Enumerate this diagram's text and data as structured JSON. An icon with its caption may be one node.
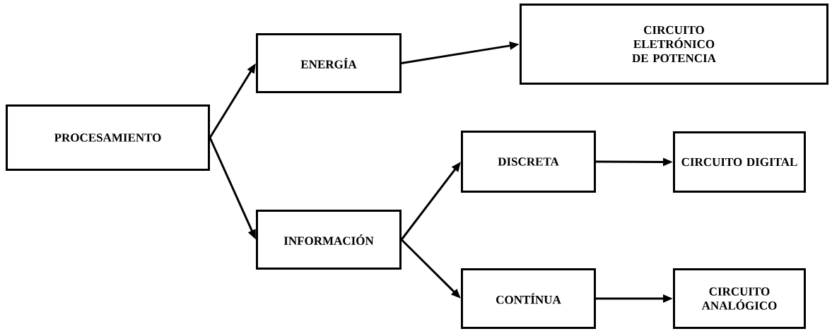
{
  "diagram": {
    "nodes": [
      {
        "text": [
          "PROCESAMIENTO"
        ]
      },
      {
        "text": [
          "ENERGÍA"
        ]
      },
      {
        "text": [
          "CIRCUITO ELETRÓNICO DE POTENCIA"
        ]
      },
      {
        "text": [
          "INFORMACIÓN"
        ]
      },
      {
        "text": [
          "DISCRETA"
        ]
      },
      {
        "text": [
          "CIRCUITO DIGITAL"
        ]
      },
      {
        "text": [
          "CONTÍNUA"
        ]
      },
      {
        "text": [
          "CIRCUITO ANALÓGICO"
        ]
      }
    ],
    "edges": [
      {
        "from": 0,
        "to": 1,
        "arrow": "to"
      },
      {
        "from": 0,
        "to": 3,
        "arrow": "to"
      },
      {
        "from": 1,
        "to": 2,
        "arrow": "to"
      },
      {
        "from": 3,
        "to": 4,
        "arrow": "to"
      },
      {
        "from": 3,
        "to": 6,
        "arrow": "to"
      },
      {
        "from": 4,
        "to": 5,
        "arrow": "to"
      },
      {
        "from": 6,
        "to": 7,
        "arrow": "to"
      }
    ]
  }
}
